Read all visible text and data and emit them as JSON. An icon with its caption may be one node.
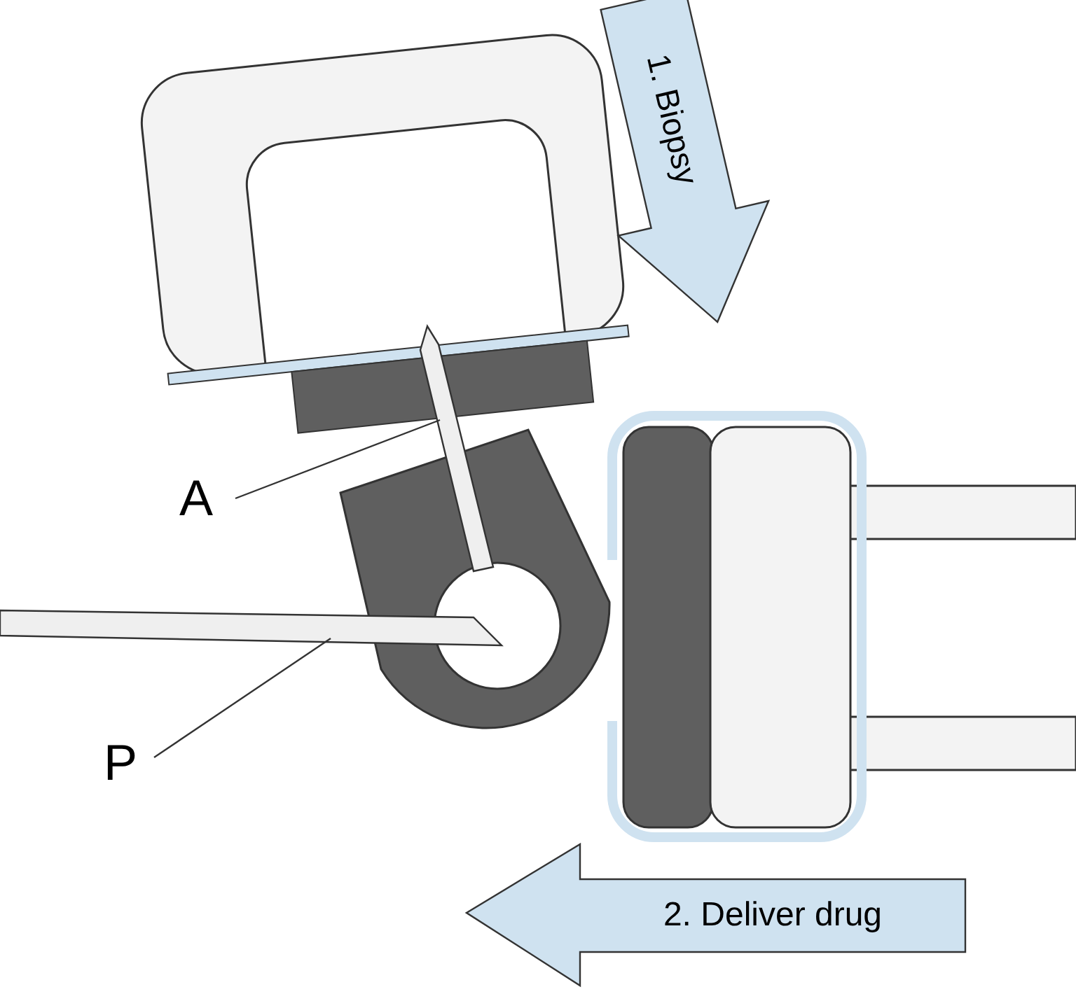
{
  "diagram": {
    "nodes": [
      {
        "text": [
          "1. Biopsy"
        ]
      },
      {
        "text": [
          "2. Deliver drug"
        ]
      },
      {
        "text": [
          "A"
        ]
      },
      {
        "text": [],
        "shape": "bar"
      },
      {
        "text": [
          "P"
        ]
      },
      {
        "text": [],
        "shape": "bar"
      }
    ],
    "edges": [
      {
        "from": 2,
        "to": 3,
        "arrow": "none"
      },
      {
        "from": 4,
        "to": 5,
        "arrow": "none"
      }
    ]
  }
}
